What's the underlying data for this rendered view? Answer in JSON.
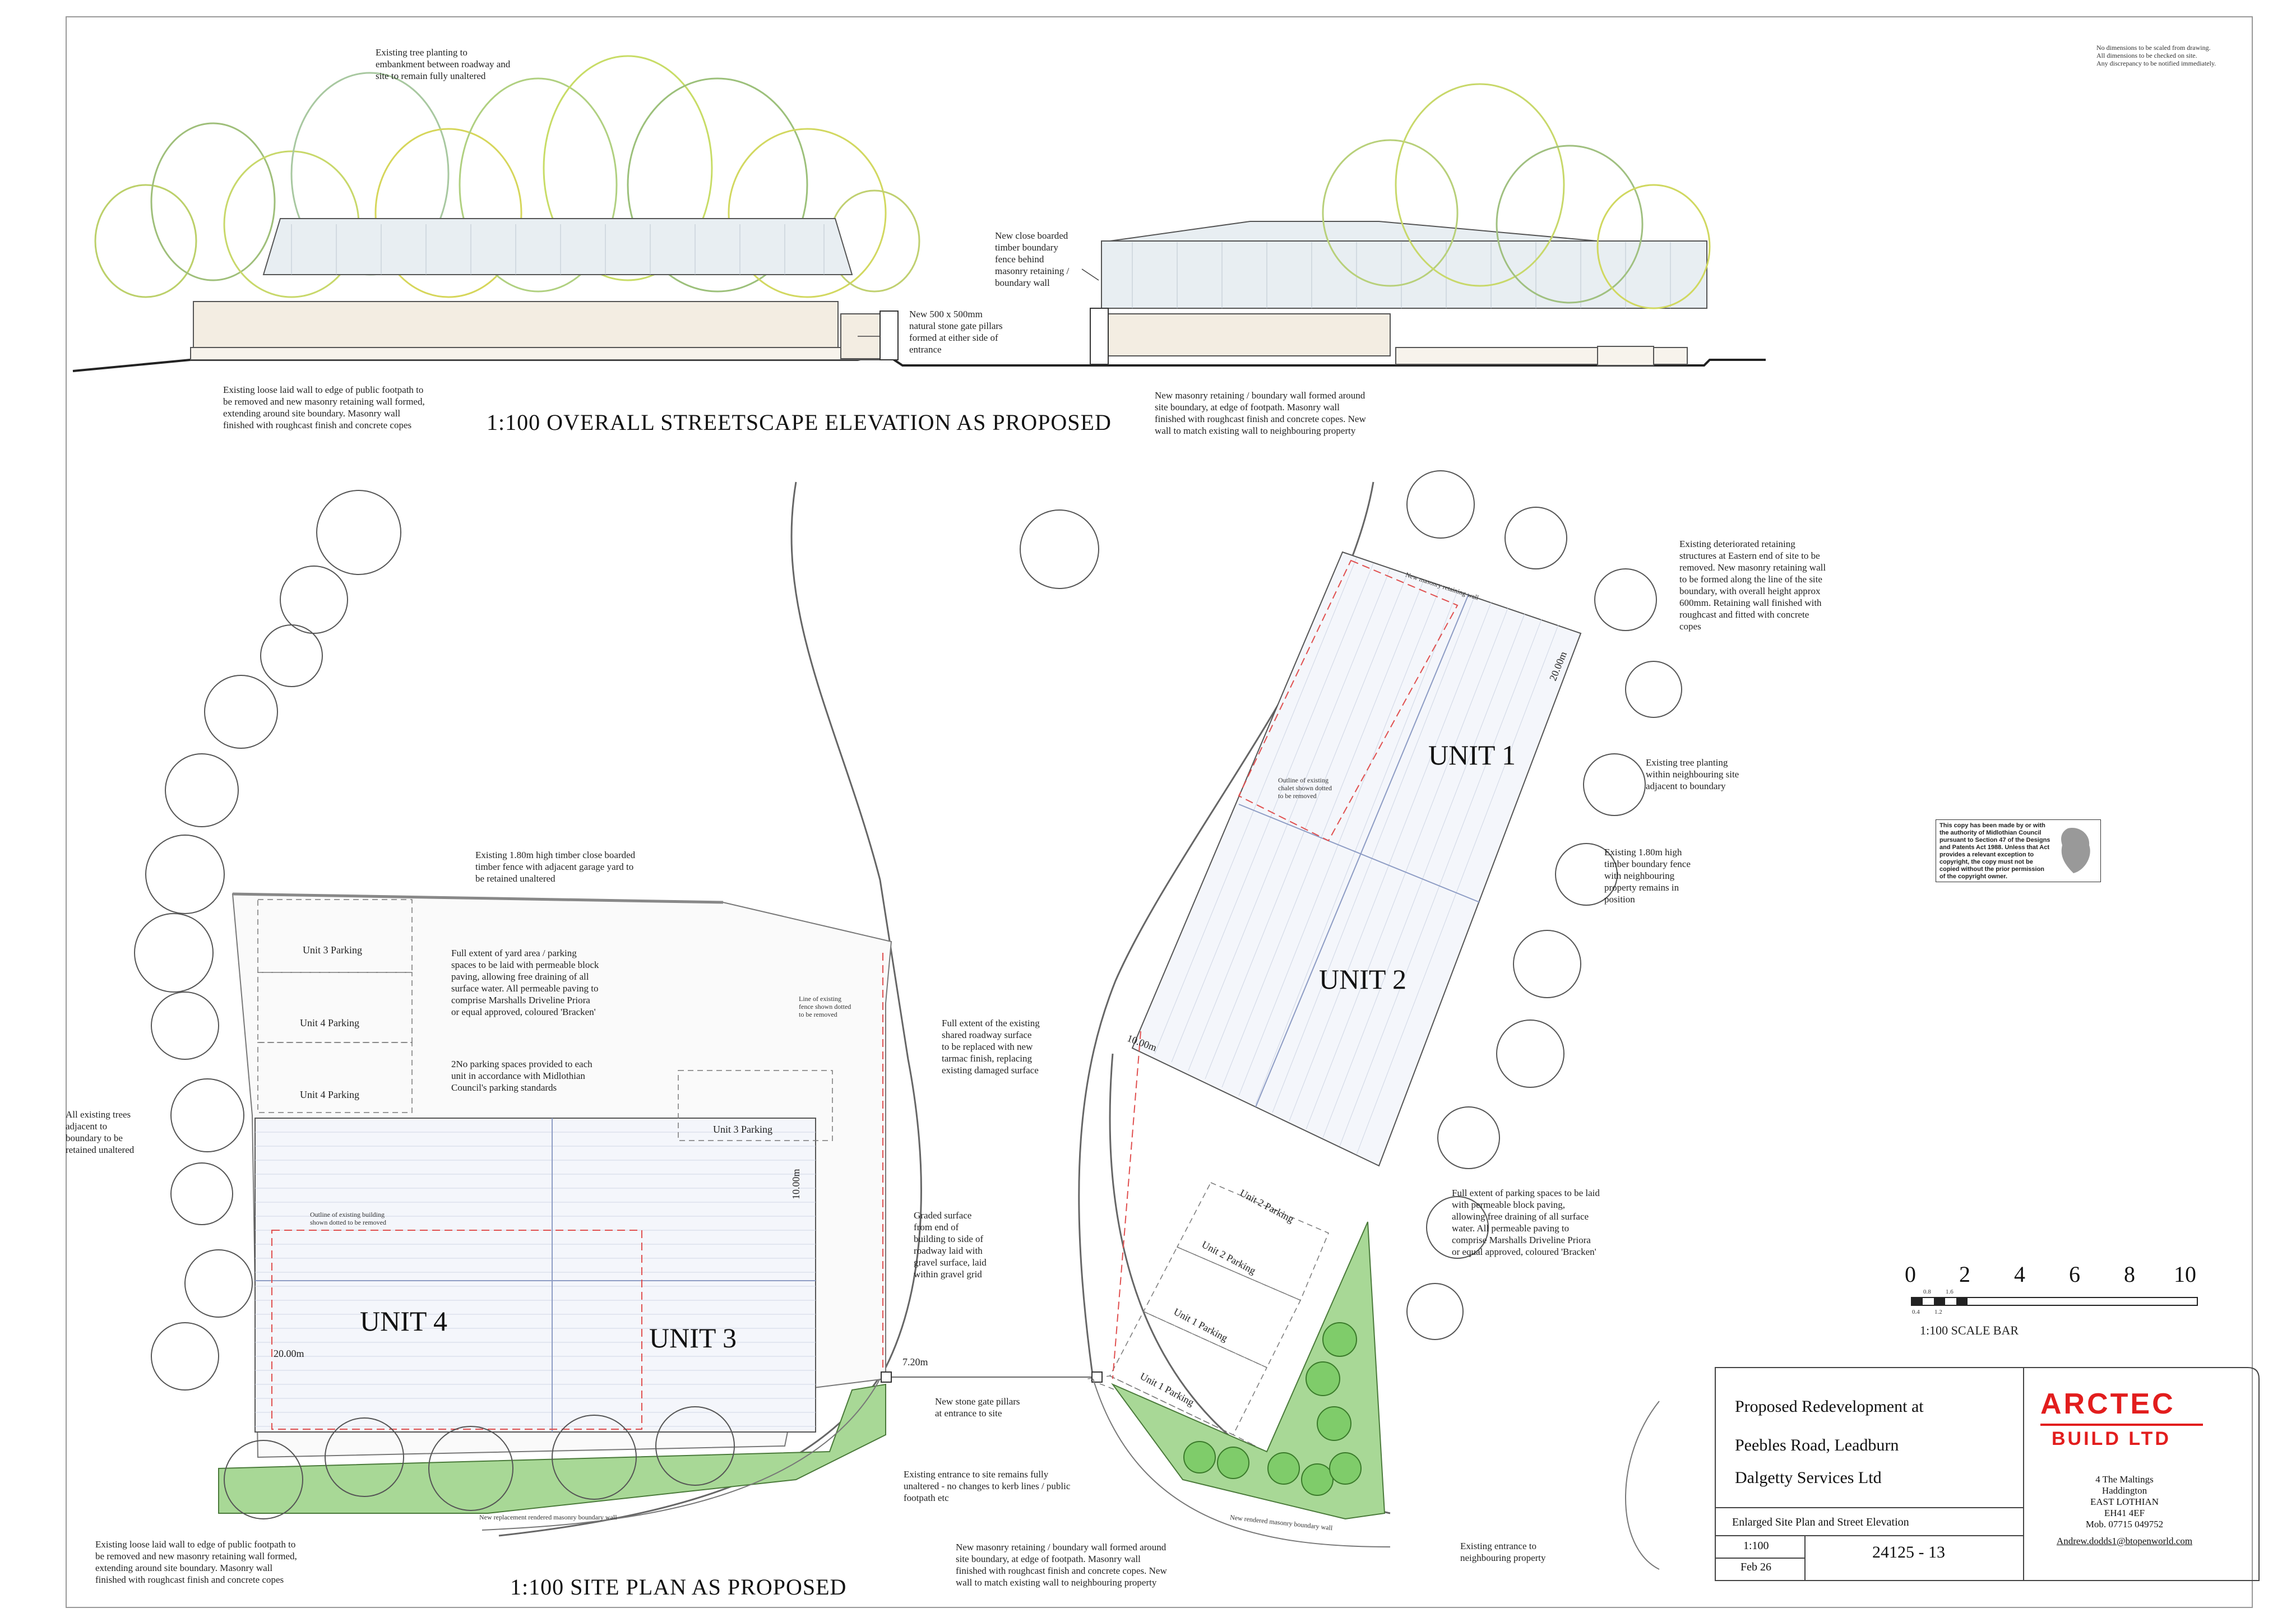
{
  "disclaimer": "No dimensions to be scaled from drawing.\nAll dimensions to be checked on site.\nAny discrepancy to be notified immediately.",
  "elevation": {
    "title": "1:100 OVERALL STREETSCAPE ELEVATION AS PROPOSED",
    "note_trees": "Existing tree planting to\nembankment between roadway and\nsite to remain fully unaltered",
    "note_fence": "New close boarded\ntimber boundary\nfence behind\nmasonry retaining /\nboundary wall",
    "note_pillars": "New 500 x 500mm\nnatural stone gate pillars\nformed at either side of\nentrance",
    "note_left_wall": "Existing loose laid wall to edge of public footpath to\nbe removed and new masonry retaining wall formed,\nextending around site boundary. Masonry wall\nfinished with roughcast finish and concrete copes",
    "note_right_wall": "New masonry retaining / boundary wall formed around\nsite boundary, at edge of footpath. Masonry wall\nfinished with roughcast finish and concrete copes. New\nwall to match existing wall to neighbouring property"
  },
  "plan": {
    "title": "1:100 SITE PLAN AS PROPOSED",
    "units": [
      "UNIT 1",
      "UNIT 2",
      "UNIT 3",
      "UNIT 4"
    ],
    "parking_left": [
      "Unit 3 Parking",
      "Unit 4 Parking",
      "Unit 4 Parking",
      "Unit 3 Parking"
    ],
    "parking_right": [
      "Unit 2 Parking",
      "Unit 2 Parking",
      "Unit 1 Parking",
      "Unit 1 Parking"
    ],
    "dims": {
      "d1": "20.00m",
      "d2": "10.00m",
      "d3": "20.00m",
      "d4": "10.00m",
      "d5": "7.20m"
    },
    "small": {
      "new_masonry_top": "New masonry retaining wall",
      "outline_chalet": "Outline of existing\nchalet shown dotted\nto be removed",
      "line_fence": "Line of existing\nfence shown dotted\nto be removed",
      "outline_building": "Outline of existing building\nshown dotted to be removed",
      "new_replacement_wall": "New replacement rendered masonry boundary wall",
      "new_rendered_wall": "New rendered masonry boundary wall"
    },
    "notes": {
      "deteriorated": "Existing deteriorated retaining\nstructures at Eastern end of site to be\nremoved. New masonry retaining wall\nto be formed along the line of the site\nboundary, with overall height approx\n600mm. Retaining wall finished with\nroughcast and fitted with concrete\ncopes",
      "tree_planting": "Existing tree planting\nwithin neighbouring site\nadjacent to boundary",
      "timber_fence": "Existing 1.80m high\ntimber boundary fence\nwith neighbouring\nproperty remains in\nposition",
      "close_boarded": "Existing 1.80m high timber close boarded\ntimber fence with adjacent garage yard to\nbe retained unaltered",
      "yard": "Full extent of yard area / parking\nspaces to be laid with permeable block\npaving, allowing free draining of all\nsurface water. All permeable paving to\ncomprise Marshalls Driveline Priora\nor equal approved, coloured 'Bracken'",
      "parking_spaces": "2No parking spaces provided to each\nunit in accordance with Midlothian\nCouncil's parking standards",
      "roadway": "Full extent of the existing\nshared roadway surface\nto be replaced with new\ntarmac finish, replacing\nexisting damaged surface",
      "all_trees": "All existing trees\nadjacent to\nboundary to be\nretained unaltered",
      "graded": "Graded surface\nfrom end of\nbuilding to side of\nroadway laid with\ngravel surface, laid\nwithin gravel grid",
      "parking_right": "Full extent of parking spaces to be laid\nwith permeable block paving,\nallowing free draining of all surface\nwater. All permeable paving to\ncomprise Marshalls Driveline Priora\nor equal approved, coloured 'Bracken'",
      "gate_pillars": "New stone gate pillars\nat entrance to site",
      "entrance": "Existing entrance to site remains fully\nunaltered - no changes to kerb lines / public\nfootpath etc",
      "left_wall": "Existing loose laid wall to edge of public footpath to\nbe removed and new masonry retaining wall formed,\nextending around site boundary. Masonry wall\nfinished with roughcast finish and concrete copes",
      "right_wall": "New masonry retaining / boundary wall formed around\nsite boundary, at edge of footpath. Masonry wall\nfinished with roughcast finish and concrete copes. New\nwall to match existing wall to neighbouring property",
      "neighbour_entrance": "Existing entrance to\nneighbouring property"
    }
  },
  "copyright": "This copy has been made by or with the authority of Midlothian Council pursuant to Section 47 of the Designs and Patents Act 1988. Unless that Act provides a relevant exception to copyright, the copy must not be copied without the prior permission of the copyright owner.",
  "scale_bar": {
    "labels": [
      "0",
      "2",
      "4",
      "6",
      "8",
      "10"
    ],
    "sub_top": [
      "0.8",
      "1.6"
    ],
    "sub_bottom": [
      "0.4",
      "1.2"
    ],
    "caption": "1:100 SCALE BAR"
  },
  "title_block": {
    "project_l1": "Proposed Redevelopment at",
    "project_l2": "Peebles Road, Leadburn",
    "client": "Dalgetty Services Ltd",
    "drawing_title": "Enlarged Site Plan and Street Elevation",
    "scale": "1:100",
    "date": "Feb 26",
    "number": "24125 - 13",
    "logo_l1": "ARCTEC",
    "logo_l2": "BUILD LTD",
    "address": "4 The Maltings\nHaddington\nEAST LOTHIAN\nEH41 4EF\nMob. 07715 049752",
    "email": "Andrew.dodds1@btopenworld.com"
  },
  "colors": {
    "accent": "#e21d1d",
    "grass": "#a8d896",
    "tree_outline": "#555555",
    "line": "#333333"
  }
}
